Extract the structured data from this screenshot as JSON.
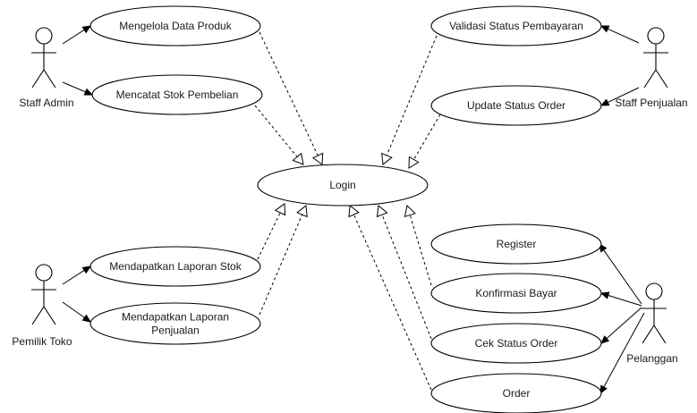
{
  "actors": [
    {
      "id": "staff-admin",
      "name": "Staff Admin"
    },
    {
      "id": "pemilik-toko",
      "name": "Pemilik Toko"
    },
    {
      "id": "staff-penjualan",
      "name": "Staff Penjualan"
    },
    {
      "id": "pelanggan",
      "name": "Pelanggan"
    }
  ],
  "use_cases": [
    {
      "id": "mengelola-data-produk",
      "lines": [
        "Mengelola Data Produk"
      ]
    },
    {
      "id": "mencatat-stok-pembelian",
      "lines": [
        "Mencatat Stok Pembelian"
      ]
    },
    {
      "id": "login",
      "lines": [
        "Login"
      ]
    },
    {
      "id": "mendapatkan-laporan-stok",
      "lines": [
        "Mendapatkan Laporan Stok"
      ]
    },
    {
      "id": "mendapatkan-laporan-penjualan",
      "lines": [
        "Mendapatkan Laporan",
        "Penjualan"
      ]
    },
    {
      "id": "validasi-status-pembayaran",
      "lines": [
        "Validasi Status Pembayaran"
      ]
    },
    {
      "id": "update-status-order",
      "lines": [
        "Update Status Order"
      ]
    },
    {
      "id": "register",
      "lines": [
        "Register"
      ]
    },
    {
      "id": "konfirmasi-bayar",
      "lines": [
        "Konfirmasi Bayar"
      ]
    },
    {
      "id": "cek-status-order",
      "lines": [
        "Cek Status Order"
      ]
    },
    {
      "id": "order",
      "lines": [
        "Order"
      ]
    }
  ],
  "associations": [
    {
      "from": "staff-admin",
      "to": "mengelola-data-produk"
    },
    {
      "from": "staff-admin",
      "to": "mencatat-stok-pembelian"
    },
    {
      "from": "pemilik-toko",
      "to": "mendapatkan-laporan-stok"
    },
    {
      "from": "pemilik-toko",
      "to": "mendapatkan-laporan-penjualan"
    },
    {
      "from": "staff-penjualan",
      "to": "validasi-status-pembayaran"
    },
    {
      "from": "staff-penjualan",
      "to": "update-status-order"
    },
    {
      "from": "pelanggan",
      "to": "register"
    },
    {
      "from": "pelanggan",
      "to": "konfirmasi-bayar"
    },
    {
      "from": "pelanggan",
      "to": "cek-status-order"
    },
    {
      "from": "pelanggan",
      "to": "order"
    }
  ],
  "dependencies": [
    {
      "from": "mengelola-data-produk",
      "to": "login"
    },
    {
      "from": "mencatat-stok-pembelian",
      "to": "login"
    },
    {
      "from": "validasi-status-pembayaran",
      "to": "login"
    },
    {
      "from": "update-status-order",
      "to": "login"
    },
    {
      "from": "mendapatkan-laporan-stok",
      "to": "login"
    },
    {
      "from": "mendapatkan-laporan-penjualan",
      "to": "login"
    },
    {
      "from": "konfirmasi-bayar",
      "to": "login"
    },
    {
      "from": "cek-status-order",
      "to": "login"
    },
    {
      "from": "order",
      "to": "login"
    }
  ]
}
